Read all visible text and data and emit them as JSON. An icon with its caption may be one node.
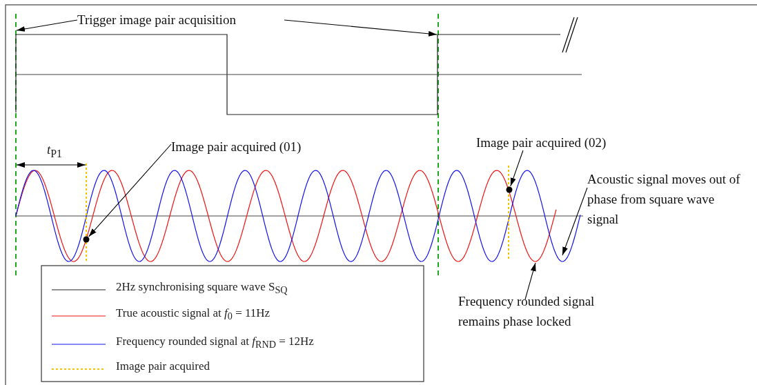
{
  "diagram": {
    "nodes": [
      {
        "text": [
          "Trigger image pair acquisition"
        ]
      },
      {
        "text": [
          "Image pair acquired (01)"
        ]
      },
      {
        "text": [],
        "shape": "circle"
      },
      {
        "text": [
          "Image pair acquired (02)"
        ]
      },
      {
        "text": [],
        "shape": "circle"
      },
      {
        "text": [
          "Acoustic signal moves out of phase from square wave signal"
        ]
      },
      {
        "text": [
          "Frequency rounded signal remains phase locked"
        ]
      }
    ],
    "edges": [
      {
        "from": 0,
        "to": null,
        "arrow": "to"
      },
      {
        "from": 0,
        "to": null,
        "arrow": "to"
      },
      {
        "from": 1,
        "to": 2,
        "arrow": "to"
      },
      {
        "from": 3,
        "to": 4,
        "arrow": "to"
      },
      {
        "from": 5,
        "to": null,
        "arrow": "to"
      },
      {
        "from": 6,
        "to": null,
        "arrow": "to"
      }
    ],
    "labels": [
      "*t*$_{P1}$"
    ],
    "legend": [
      {
        "text": "2Hz synchronising square wave S$_{SQ}$"
      },
      {
        "text": "True acoustic signal at *f*$_{0}$ = 11Hz"
      },
      {
        "text": "Frequency rounded signal at *f*$_{RND}$ = 12Hz"
      },
      {
        "text": "Image pair acquired"
      }
    ]
  }
}
